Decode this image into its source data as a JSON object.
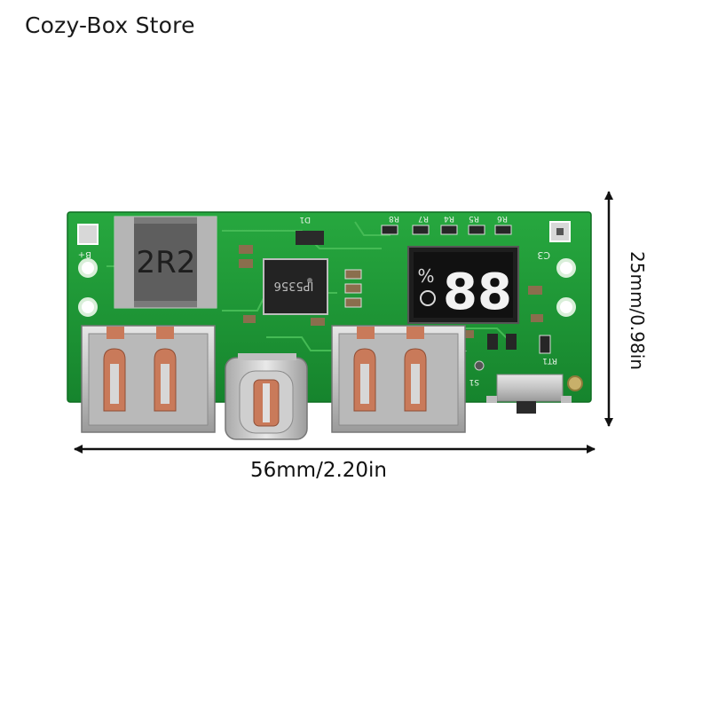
{
  "store": {
    "name": "Cozy-Box Store"
  },
  "dimensions": {
    "width_label": "56mm/2.20in",
    "height_label": "25mm/0.98in"
  },
  "board": {
    "inductor_marking": "2R2",
    "ic_marking": "IP5356",
    "display_percent": "%",
    "display_digits": "88"
  },
  "colors": {
    "pcb_green": "#1f9a38",
    "background": "#ffffff",
    "usb_pad_copper": "#c97a5a"
  }
}
